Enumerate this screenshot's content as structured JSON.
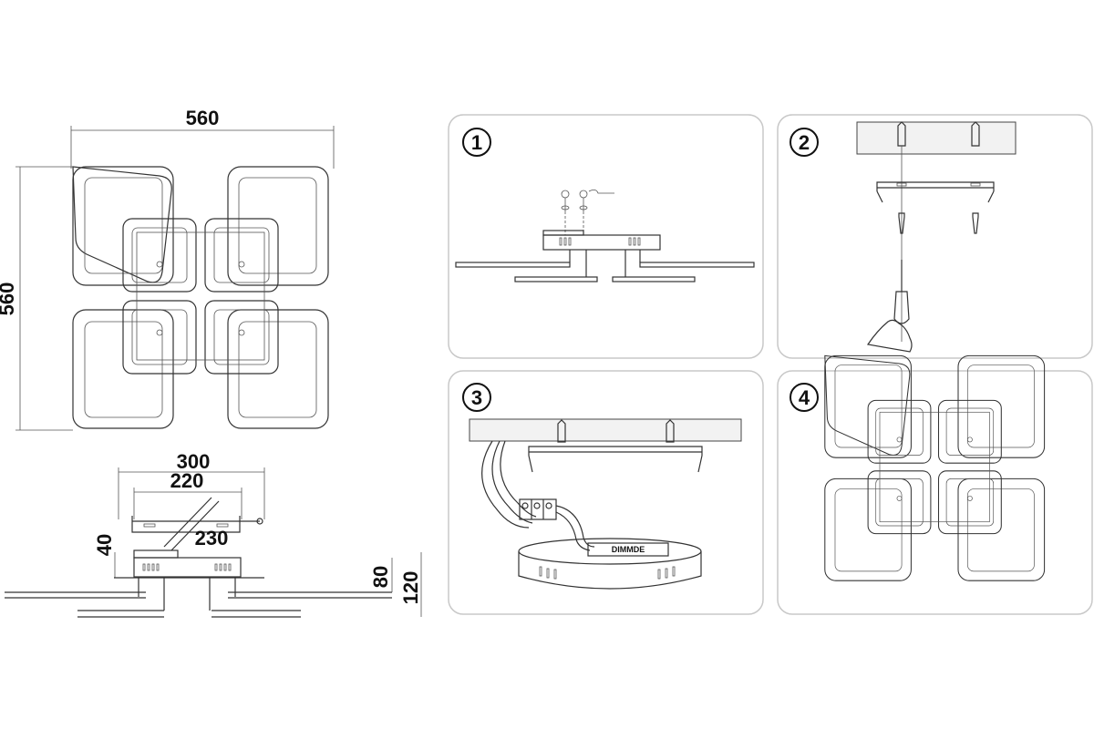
{
  "dimensions": {
    "width": "560",
    "height": "560",
    "bracket_outer": "300",
    "bracket_inner": "220",
    "bracket_length": "230",
    "base_height": "40",
    "body_height": "80",
    "total_height": "120"
  },
  "steps": [
    "1",
    "2",
    "3",
    "4"
  ],
  "driver_label": "DIMMDE",
  "colors": {
    "line": "#333333",
    "panel_border": "#c8c8c8",
    "ceiling": "#f2f2f2"
  }
}
